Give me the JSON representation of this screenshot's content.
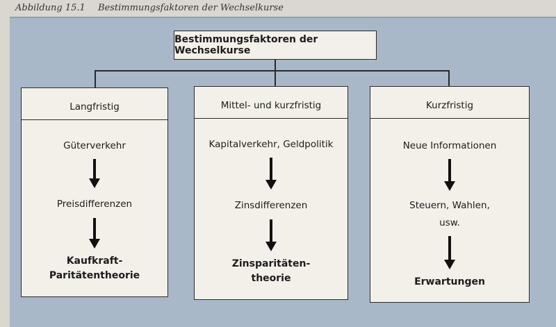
{
  "caption": {
    "number": "Abbildung 15.1",
    "title": "Bestimmungsfaktoren der Wechselkurse"
  },
  "root": {
    "label": "Bestimmungsfaktoren der Wechselkurse"
  },
  "columns": [
    {
      "header": "Langfristig",
      "steps": [
        "Güterverkehr",
        "Preisdifferenzen"
      ],
      "result": [
        "Kaufkraft-",
        "Paritätentheorie"
      ]
    },
    {
      "header": "Mittel- und kurzfristig",
      "steps": [
        "Kapitalverkehr, Geldpolitik",
        "Zinsdifferenzen"
      ],
      "result": [
        "Zinsparitäten-",
        "theorie"
      ]
    },
    {
      "header": "Kurzfristig",
      "steps": [
        "Neue Informationen",
        "Steuern, Wahlen,",
        "usw."
      ],
      "result": [
        "Erwartungen"
      ]
    }
  ],
  "colors": {
    "panel": "#a8b8c9",
    "box": "#f2f0e8",
    "line": "#2a2a2a"
  }
}
